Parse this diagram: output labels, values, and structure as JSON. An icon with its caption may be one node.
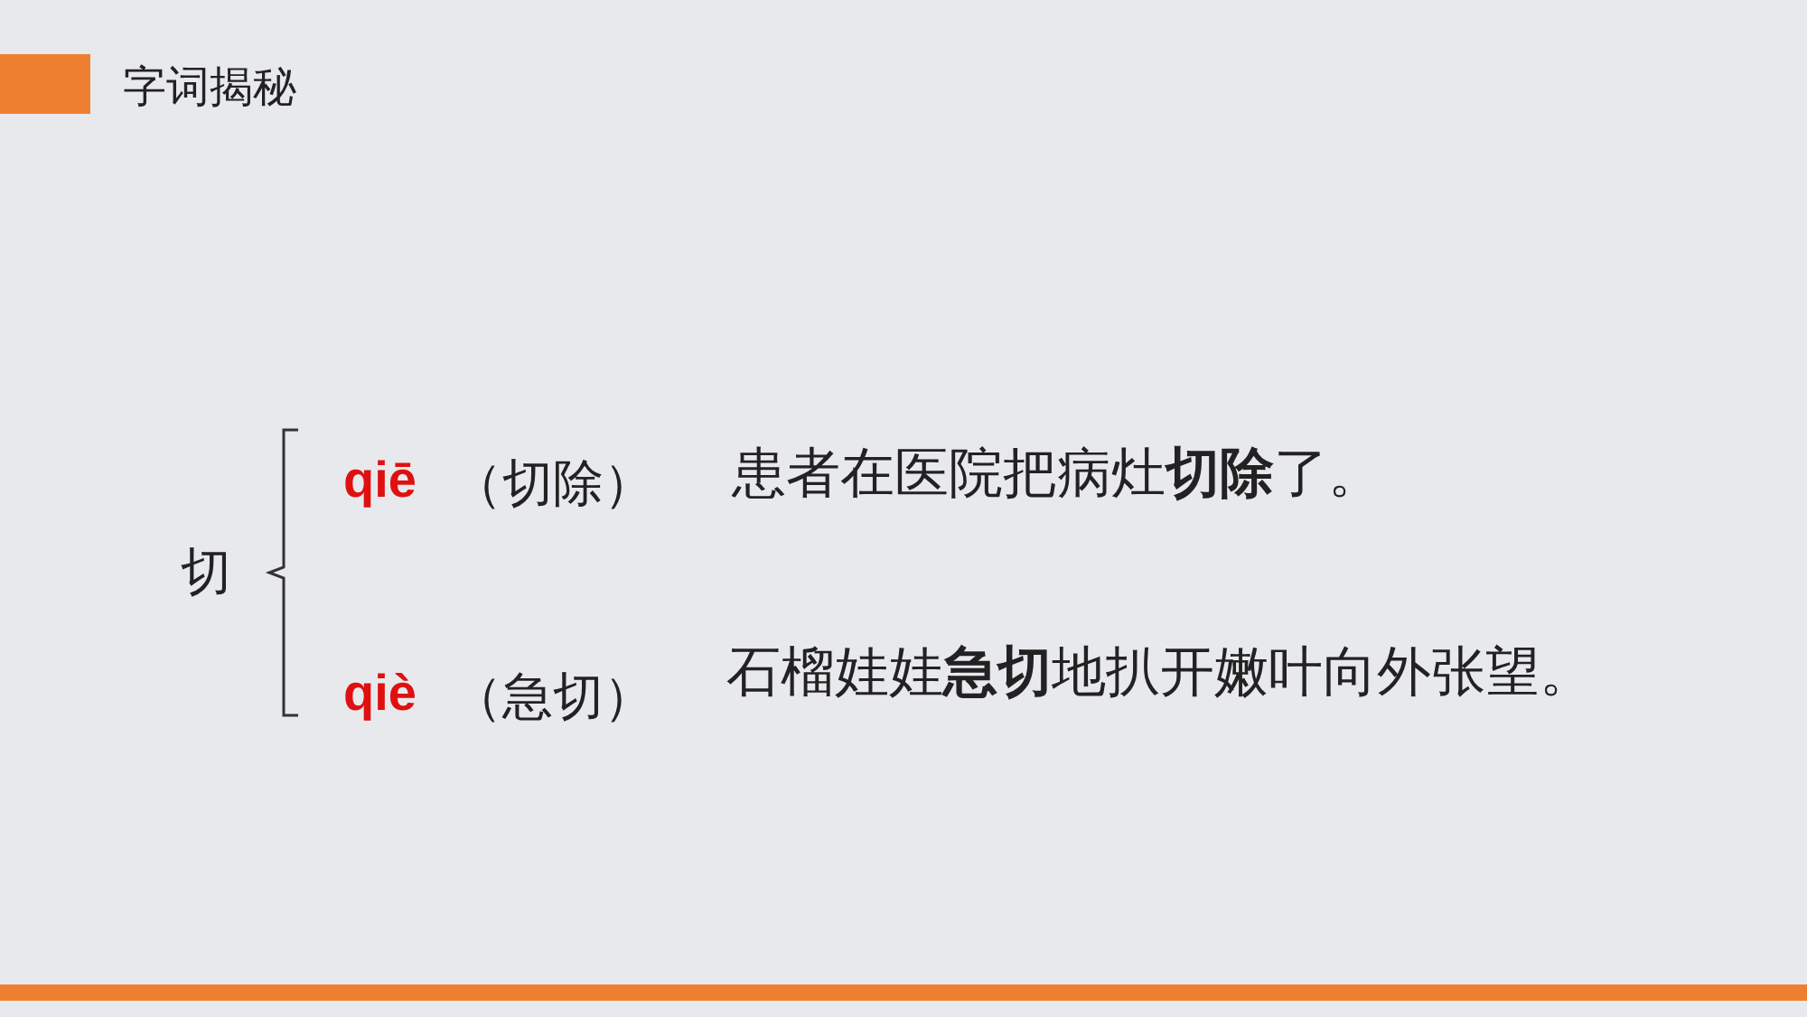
{
  "diagram": {
    "title": "字词揭秘",
    "labels": [
      "切",
      "qiē",
      "（切除）",
      "患者在医院把病灶**切除**了。",
      "qiè",
      "（急切）",
      "石榴娃娃**急切**地扒开嫩叶向外张望。"
    ]
  }
}
